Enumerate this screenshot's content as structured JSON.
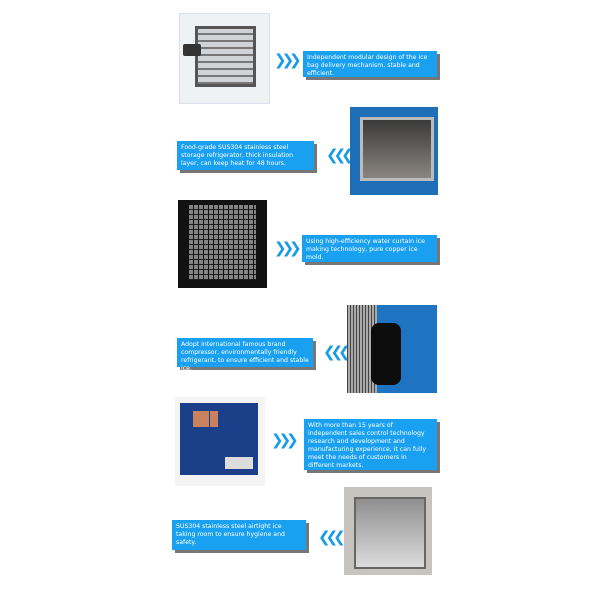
{
  "features": [
    {
      "text": "Independent modular design of the ice bag delivery mechanism, stable and efficient.",
      "image": "ice-bag-delivery-mechanism",
      "arrow": "right"
    },
    {
      "text": "Food-grade SUS304 stainless steel storage refrigerator, thick insulation layer, can keep heat for 48 hours.",
      "image": "storage-refrigerator",
      "arrow": "left"
    },
    {
      "text": "Using high-efficiency water curtain ice making technology, pure copper ice mold.",
      "image": "water-curtain-ice-mold",
      "arrow": "right"
    },
    {
      "text": "Adopt international famous brand compressor, environmentally friendly refrigerant, to ensure efficient and stable ice.",
      "image": "compressor",
      "arrow": "left"
    },
    {
      "text": "With more than 15 years of independent sales control technology research and development and manufacturing experience, it can fully meet the needs of customers in different markets.",
      "image": "control-board",
      "arrow": "right"
    },
    {
      "text": "SUS304 stainless steel airtight ice taking room to ensure hygiene and safety.",
      "image": "ice-taking-room",
      "arrow": "left"
    }
  ],
  "arrow_right": "❯❯❯",
  "arrow_left": "❮❮❮",
  "colors": {
    "box": "#1aa0f0",
    "arrow": "#1a9be8"
  }
}
